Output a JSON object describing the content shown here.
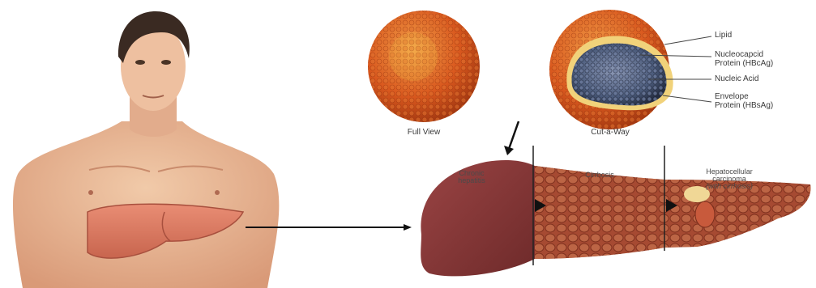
{
  "virus": {
    "full_view_label": "Full View",
    "cutaway_label": "Cut-a-Way",
    "callouts": {
      "lipid": "Lipid",
      "nucleocapsid": "Nucleocapcid",
      "nucleocapsid_sub": "Protein (HBcAg)",
      "nucleic_acid": "Nucleic Acid",
      "envelope": "Envelope",
      "envelope_sub": "Protein (HBsAg)"
    }
  },
  "liver_stages": {
    "chronic": "Chronic",
    "chronic_sub": "hepatitis",
    "cirrhosis": "Cirrhosis",
    "hcc": "Hepatocellular",
    "hcc_sub": "carcinoma",
    "hcc_note": "(with cirrhosis)"
  },
  "colors": {
    "envelope_orange": "#d9581e",
    "core_blue": "#4a5a7a",
    "liver_healthy": "#8a3a3a",
    "liver_cirrhotic": "#b0583a",
    "skin": "#e9b89a"
  }
}
